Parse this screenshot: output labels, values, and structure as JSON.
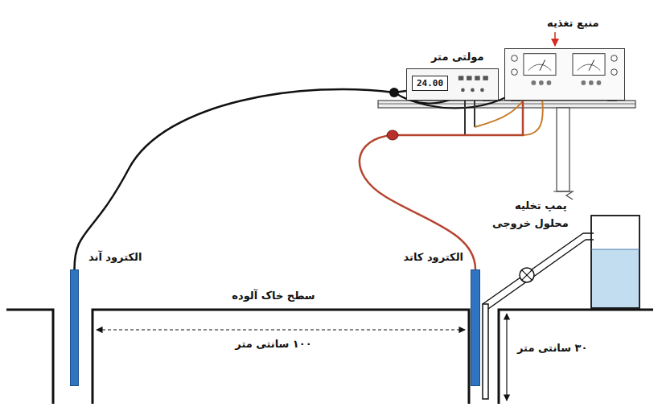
{
  "diagram": {
    "nodes": [
      {
        "text": [
          "مولتی متر",
          "24.00"
        ]
      },
      {
        "text": [
          "منبع تغذیه"
        ]
      },
      {
        "text": [
          "الکترود آند"
        ]
      },
      {
        "text": [
          "الکترود کاتد"
        ]
      }
    ],
    "edges": [
      {
        "from": 0,
        "to": 2,
        "arrow": "none"
      },
      {
        "from": 1,
        "to": 3,
        "arrow": "none"
      }
    ],
    "labels": [
      "پمپ تخلیه",
      "محلول خروجی",
      "سطح خاک آلوده",
      "۱۰۰ سانتی متر",
      "۳۰ سانتی متر"
    ]
  }
}
